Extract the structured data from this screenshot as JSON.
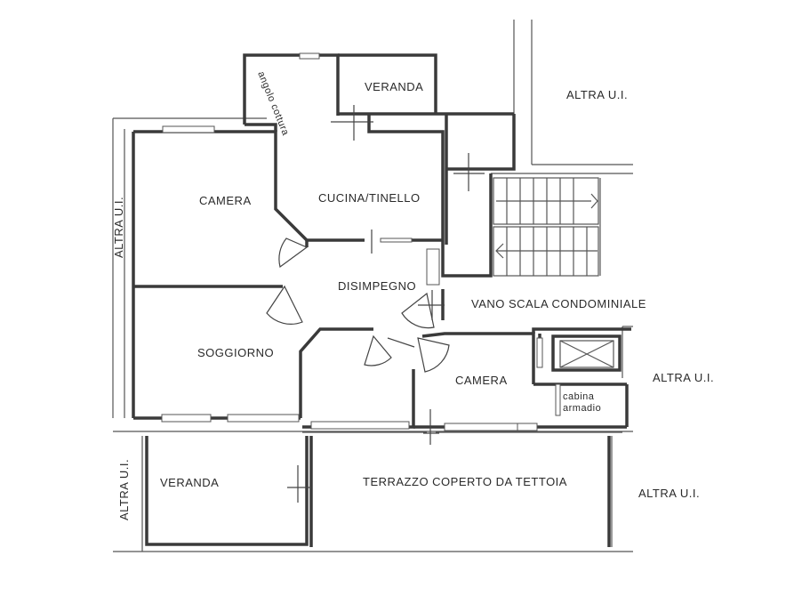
{
  "rooms": {
    "veranda_top": "VERANDA",
    "angolo_cottura": "angolo cottura",
    "camera_left": "CAMERA",
    "cucina_tinello": "CUCINA/TINELLO",
    "disimpegno": "DISIMPEGNO",
    "soggiorno": "SOGGIORNO",
    "camera_right": "CAMERA",
    "cabina_armadio_line1": "cabina",
    "cabina_armadio_line2": "armadio",
    "vano_scala": "VANO SCALA CONDOMINIALE",
    "veranda_bottom": "VERANDA",
    "terrazzo": "TERRAZZO COPERTO DA TETTOIA"
  },
  "neighbors": {
    "top_right": "ALTRA U.I.",
    "left": "ALTRA U.I.",
    "mid_right": "ALTRA U.I.",
    "bottom_left": "ALTRA U.I.",
    "bottom_right": "ALTRA U.I."
  }
}
